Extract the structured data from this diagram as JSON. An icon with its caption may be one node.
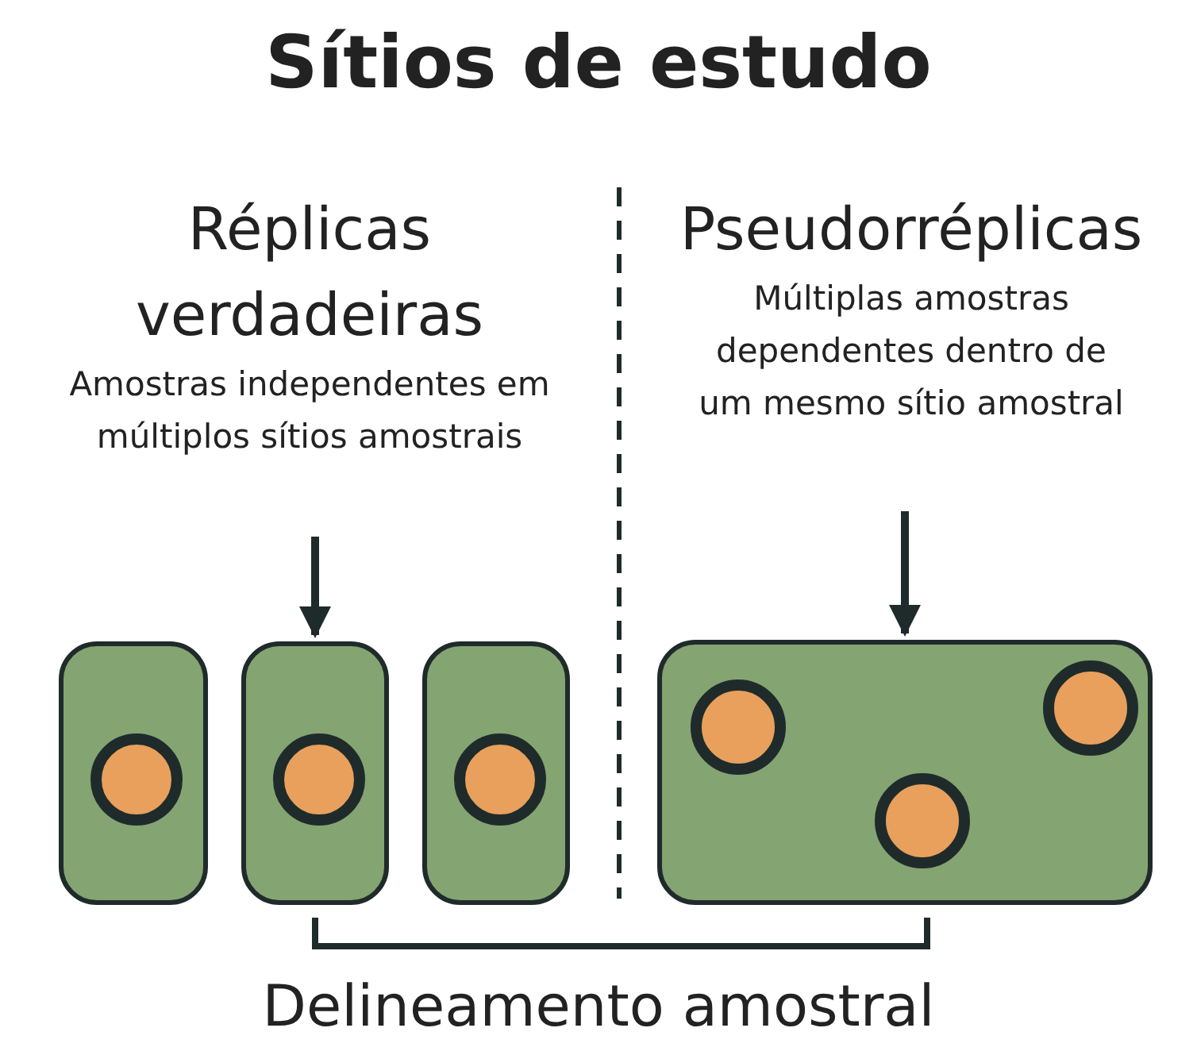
{
  "diagram": {
    "title": "Sítios de estudo",
    "nodes": [
      {
        "text": [
          "Réplicas verdadeiras",
          "Amostras independentes em múltiplos sítios amostrais"
        ]
      },
      {
        "text": [
          "Pseudorréplicas",
          "Múltiplas amostras dependentes dentro de um mesmo sítio amostral"
        ]
      },
      {
        "text": [],
        "shape": "box"
      },
      {
        "text": [],
        "shape": "circle",
        "in": 2
      },
      {
        "text": [],
        "shape": "box"
      },
      {
        "text": [],
        "shape": "circle",
        "in": 4
      },
      {
        "text": [],
        "shape": "box"
      },
      {
        "text": [],
        "shape": "circle",
        "in": 6
      },
      {
        "text": [],
        "shape": "box"
      },
      {
        "text": [],
        "shape": "circle",
        "in": 8
      },
      {
        "text": [],
        "shape": "circle",
        "in": 8
      },
      {
        "text": [],
        "shape": "circle",
        "in": 8
      }
    ],
    "edges": [
      {
        "from": 0,
        "to": 4,
        "arrow": "to"
      },
      {
        "from": 1,
        "to": 8,
        "arrow": "to"
      }
    ],
    "labels": [
      "Delineamento amostral"
    ]
  }
}
